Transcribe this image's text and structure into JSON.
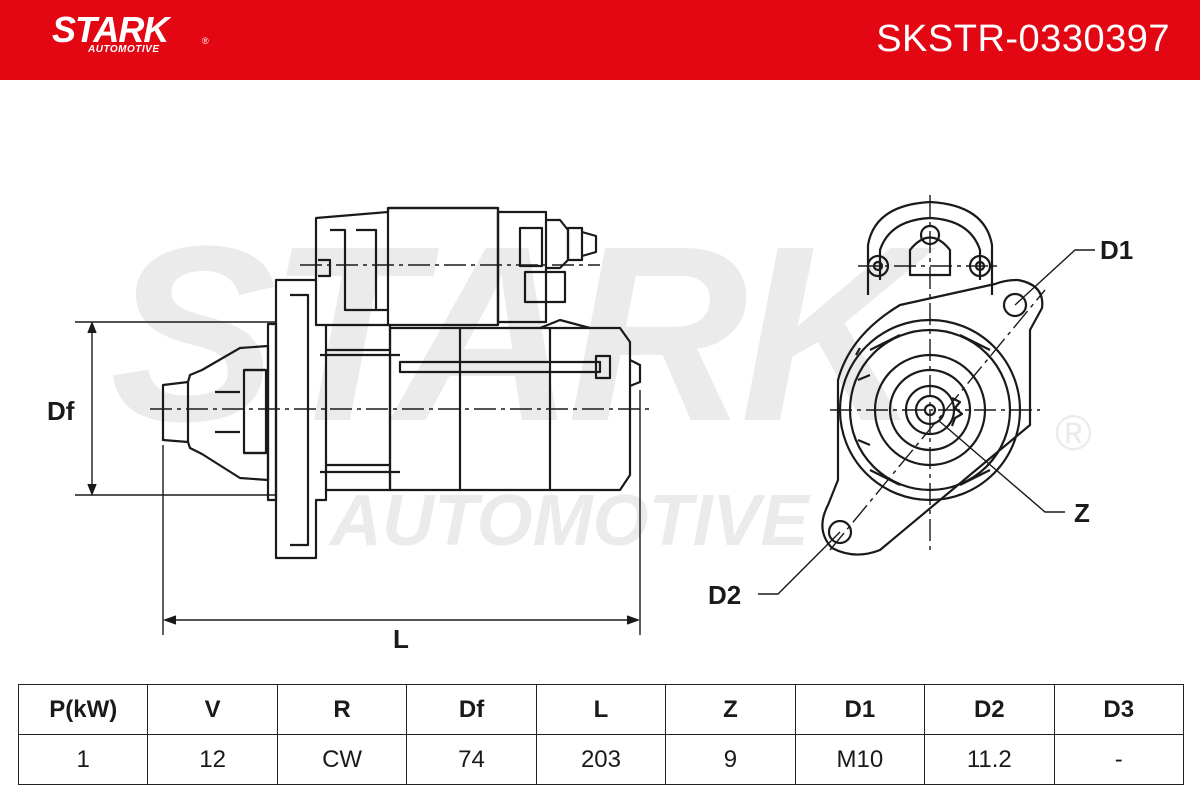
{
  "header": {
    "brand": "STARK",
    "brand_sub": "AUTOMOTIVE",
    "registered_mark": "®",
    "part_number": "SKSTR-0330397",
    "color": "#e30613"
  },
  "watermark": {
    "main": "STARK",
    "sub": "AUTOMOTIVE",
    "mark": "®",
    "color": "#ebebeb"
  },
  "dimension_labels": {
    "df": "Df",
    "l": "L",
    "d1": "D1",
    "d2": "D2",
    "z": "Z"
  },
  "specs": {
    "headers": [
      "P(kW)",
      "V",
      "R",
      "Df",
      "L",
      "Z",
      "D1",
      "D2",
      "D3"
    ],
    "values": [
      "1",
      "12",
      "CW",
      "74",
      "203",
      "9",
      "M10",
      "11.2",
      "-"
    ]
  }
}
